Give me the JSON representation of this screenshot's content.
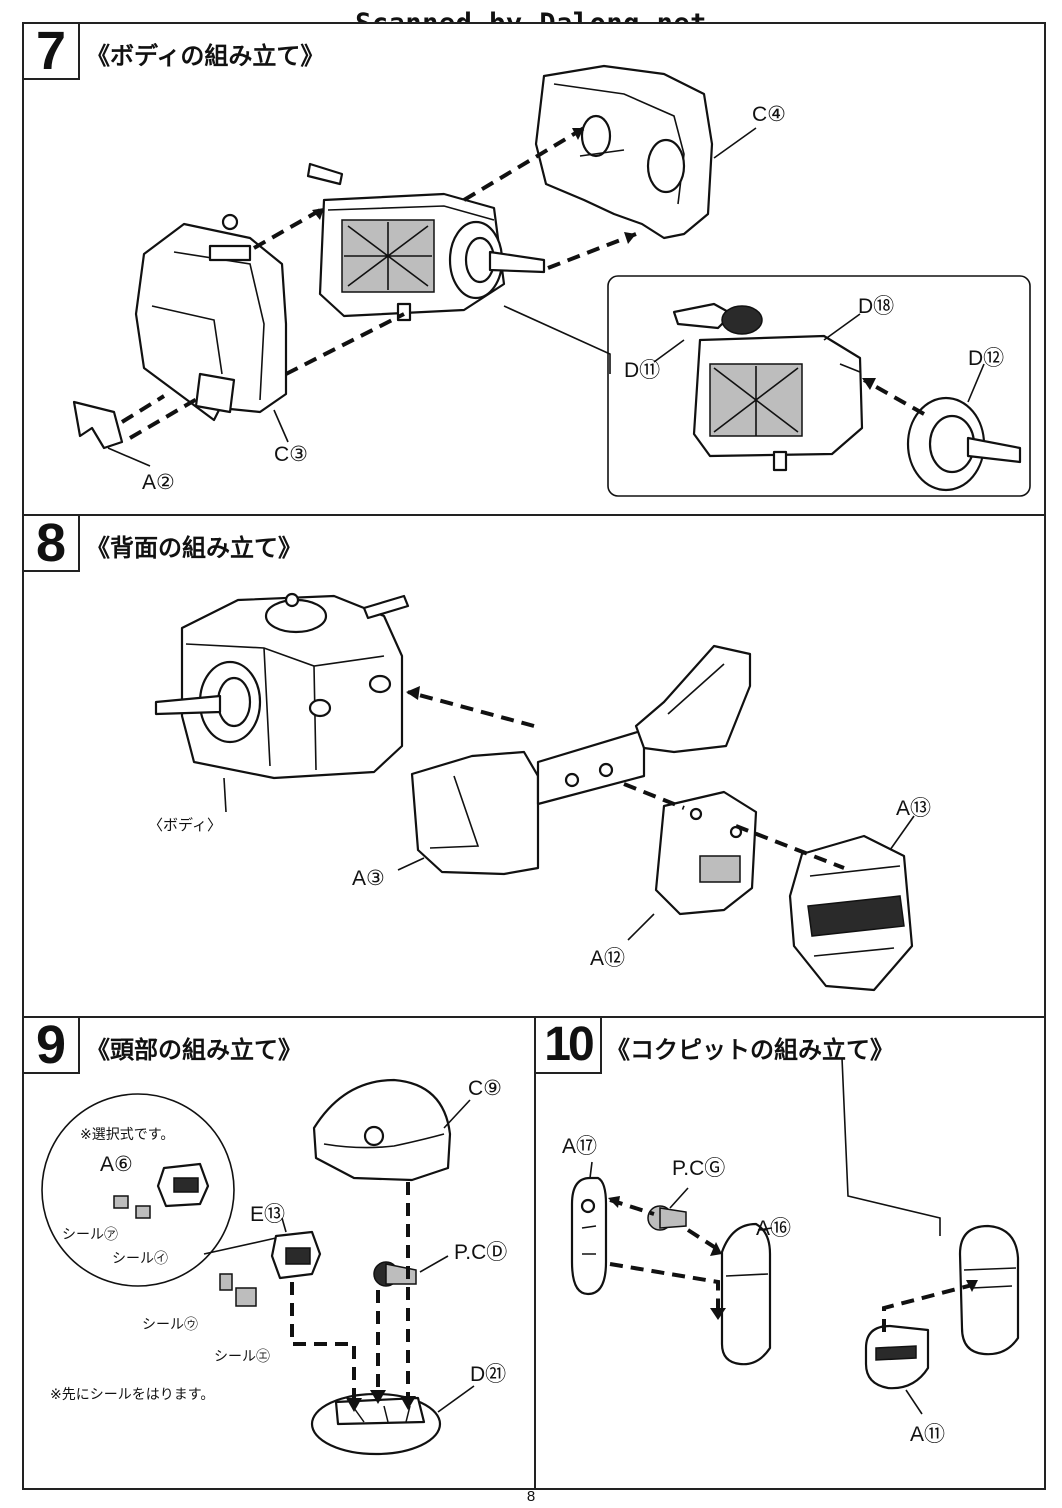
{
  "watermark": "Scanned by Dalong.net",
  "page_number": "8",
  "steps": {
    "s7": {
      "number": "7",
      "title": "《ボディの組み立て》",
      "labels": {
        "c4": "C④",
        "c3": "C③",
        "a2": "A②",
        "d18": "D⑱",
        "d11": "D⑪",
        "d12": "D⑫"
      }
    },
    "s8": {
      "number": "8",
      "title": "《背面の組み立て》",
      "labels": {
        "body": "〈ボディ〉",
        "a3": "A③",
        "a13": "A⑬",
        "a12": "A⑫"
      }
    },
    "s9": {
      "number": "9",
      "title": "《頭部の組み立て》",
      "labels": {
        "c9": "C⑨",
        "a6": "A⑥",
        "e13": "E⑬",
        "pcd": "P.CⒹ",
        "d21": "D㉑",
        "seal_a": "シール㋐",
        "seal_i": "シール㋑",
        "seal_u": "シール㋒",
        "seal_e": "シール㋓"
      },
      "note_choice": "※選択式です。",
      "note_sticker": "※先にシールをはります。"
    },
    "s10": {
      "number": "10",
      "title": "《コクピットの組み立て》",
      "labels": {
        "a17": "A⑰",
        "pcg": "P.CⒼ",
        "a16": "A⑯",
        "a11": "A⑪"
      }
    }
  }
}
